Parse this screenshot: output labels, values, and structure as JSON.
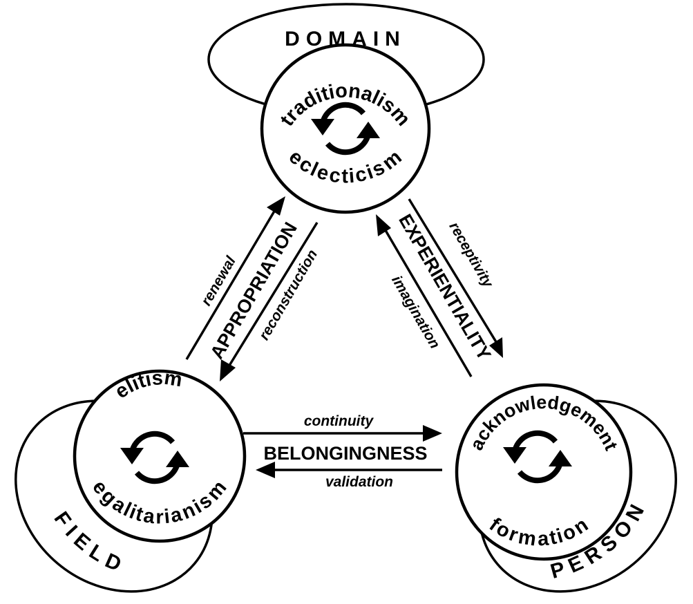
{
  "nodes": {
    "domain": {
      "label": "DOMAIN",
      "top": "traditionalism",
      "bottom": "eclecticism"
    },
    "field": {
      "label": "FIELD",
      "top": "elitism",
      "bottom": "egalitarianism"
    },
    "person": {
      "label": "PERSON",
      "top": "acknowledgement",
      "bottom": "formation"
    }
  },
  "links": {
    "appropriation": {
      "label": "APPROPRIATION",
      "up": "renewal",
      "down": "reconstruction"
    },
    "experientiality": {
      "label": "EXPERIENTIALITY",
      "down": "receptivity",
      "up": "imagination"
    },
    "belongingness": {
      "label": "BELONGINGNESS",
      "right": "continuity",
      "left": "validation"
    }
  },
  "icons": {
    "cycle": "cycle-arrows-icon"
  }
}
